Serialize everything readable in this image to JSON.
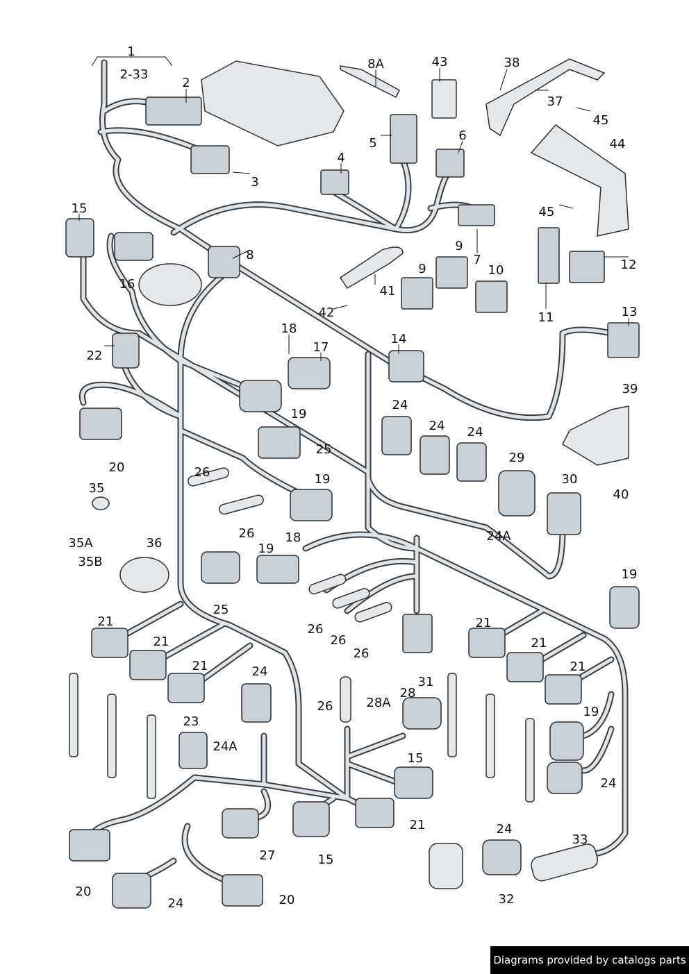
{
  "labels": [
    "1",
    "2-33",
    "2",
    "3",
    "8A",
    "43",
    "38",
    "37",
    "45",
    "44",
    "5",
    "6",
    "4",
    "45",
    "7",
    "9",
    "12",
    "9",
    "10",
    "11",
    "13",
    "15",
    "8",
    "16",
    "41",
    "42",
    "18",
    "17",
    "14",
    "22",
    "19",
    "39",
    "24",
    "24",
    "24",
    "29",
    "30",
    "40",
    "20",
    "25",
    "26",
    "19",
    "35",
    "26",
    "24A",
    "18",
    "19",
    "35A",
    "36",
    "35B",
    "19",
    "25",
    "26",
    "26",
    "26",
    "21",
    "21",
    "21",
    "24",
    "21",
    "21",
    "21",
    "31",
    "28",
    "28A",
    "26",
    "23",
    "24A",
    "19",
    "15",
    "24",
    "21",
    "27",
    "15",
    "24",
    "33",
    "20",
    "24",
    "20",
    "32"
  ],
  "banner": {
    "text": "Diagrams provided by catalogs parts"
  },
  "colors": {
    "wire": "#dfe4e8",
    "outline": "#3a3d40",
    "banner_bg": "#000000"
  }
}
